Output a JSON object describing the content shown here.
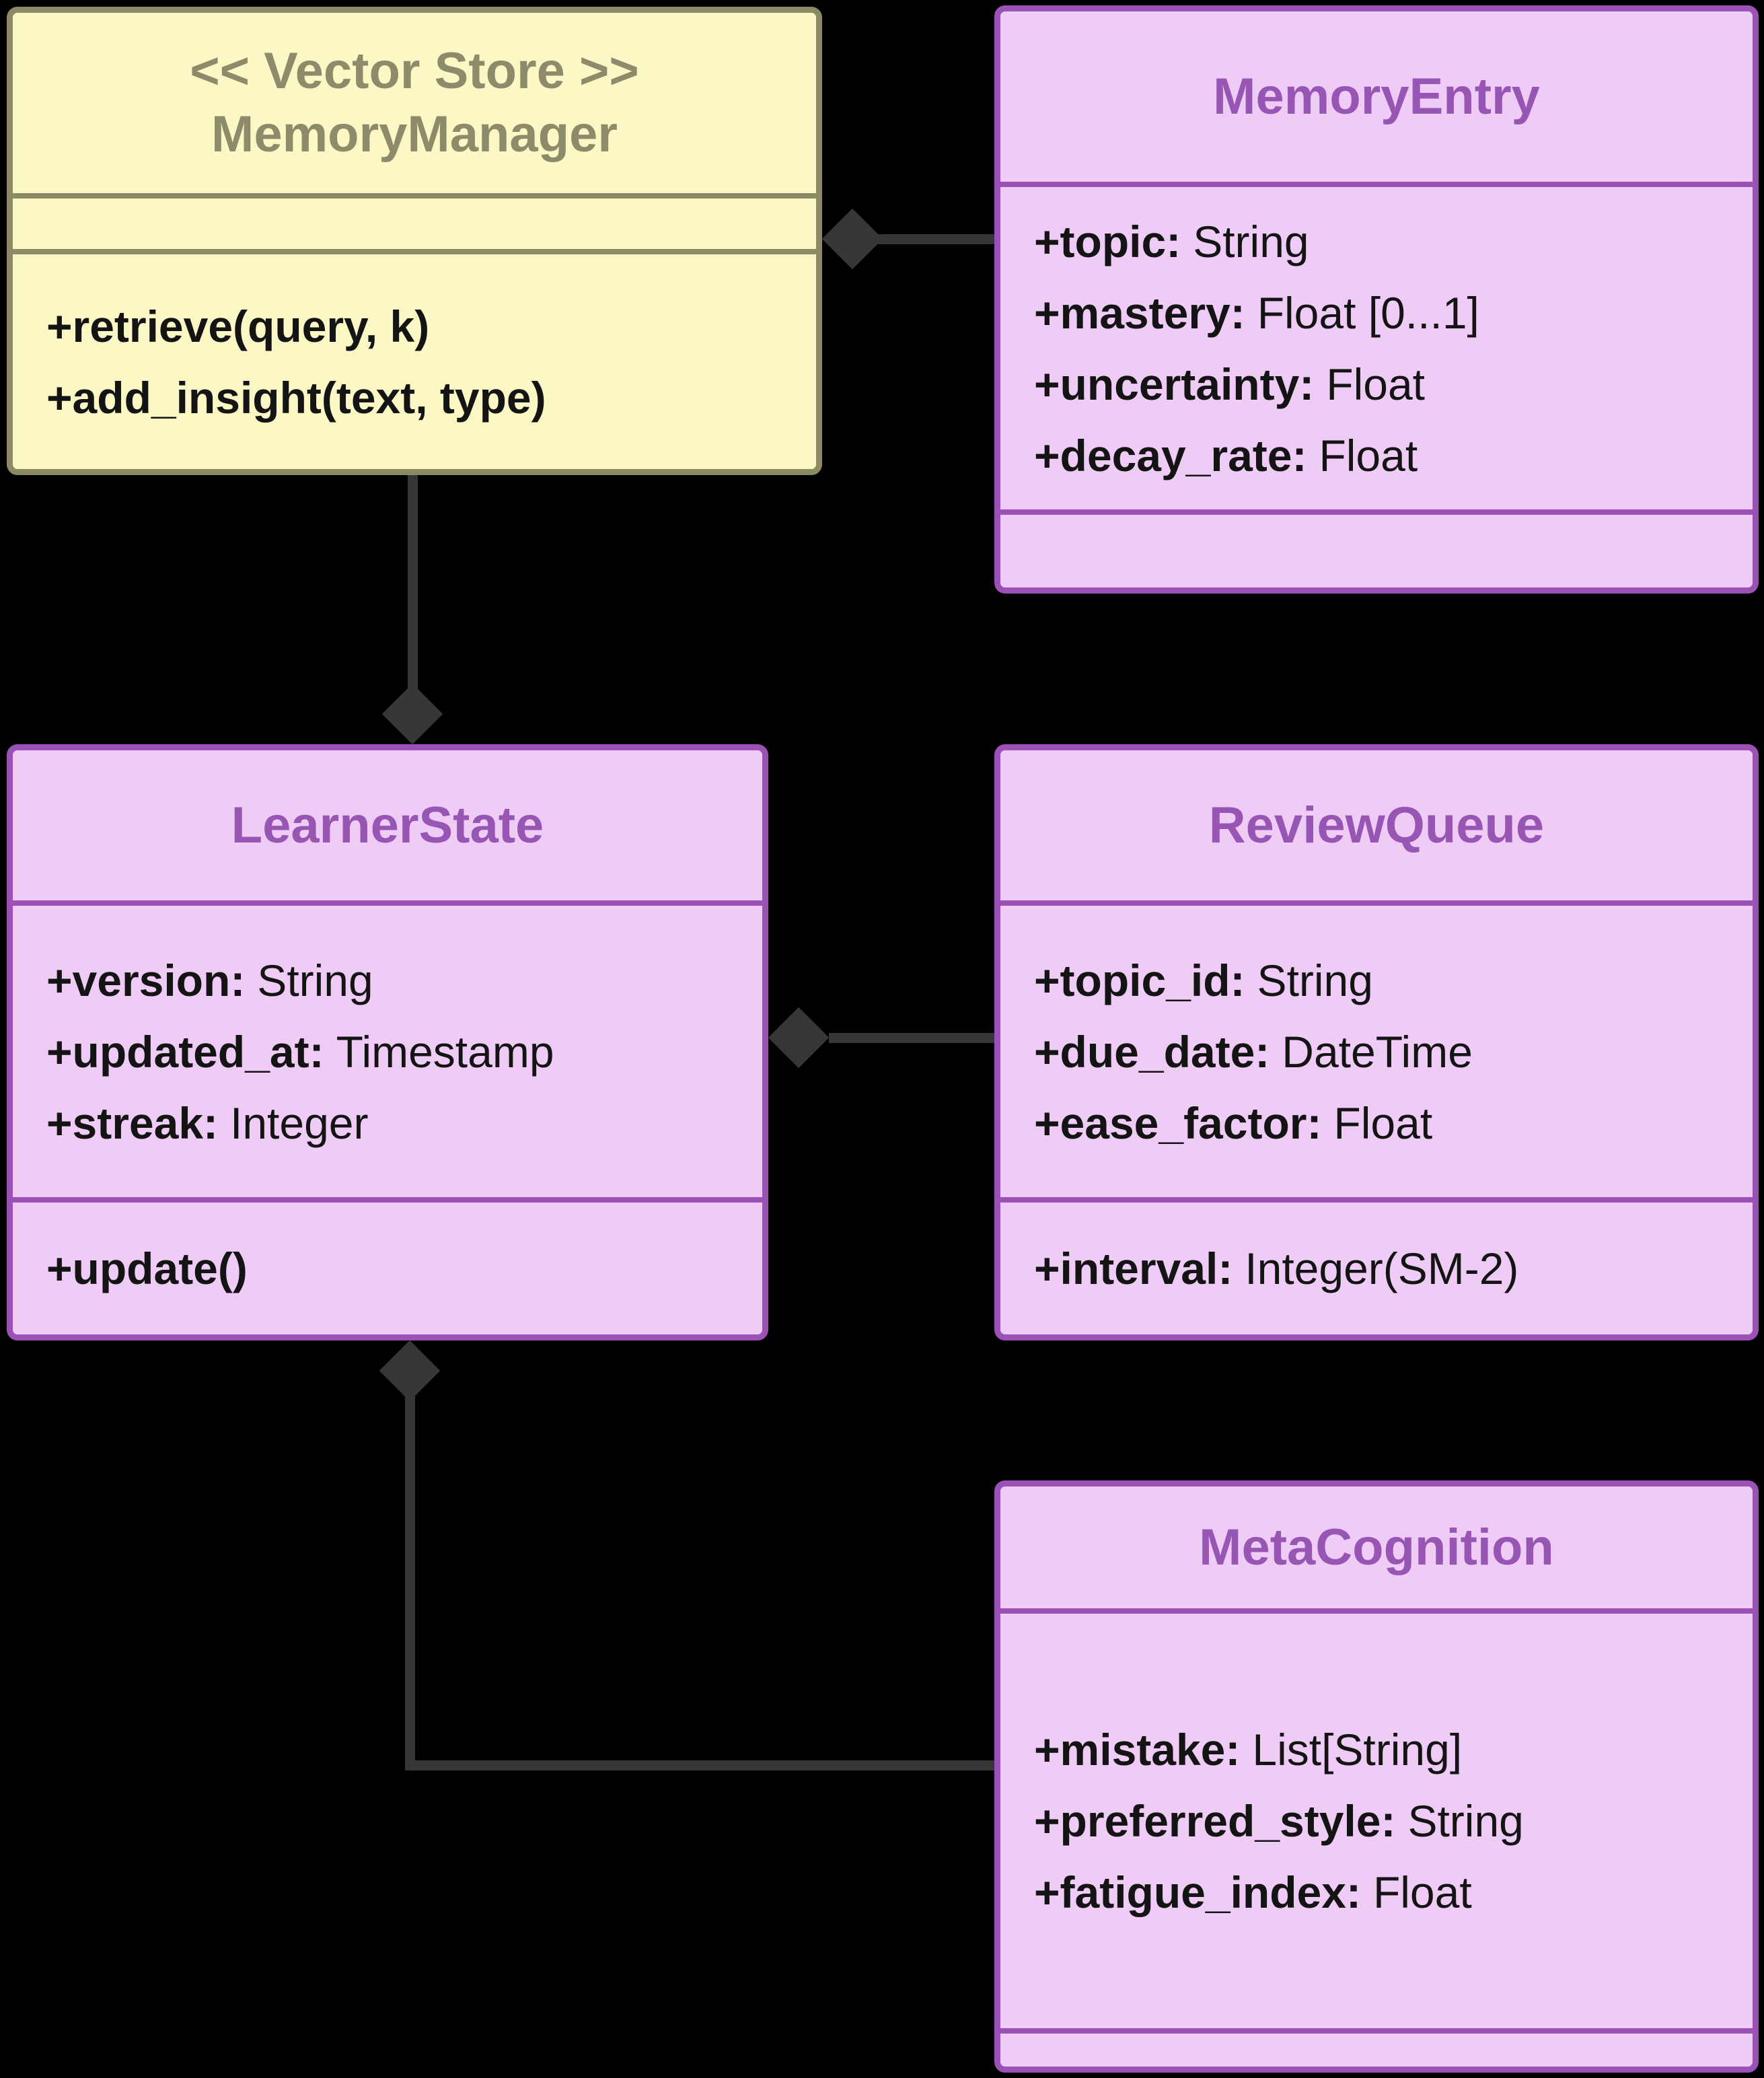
{
  "diagram": {
    "kind": "uml-class-diagram",
    "background": "#000000",
    "connector_color": "#363636"
  },
  "colors": {
    "yellow_fill": "#fbf8c6",
    "yellow_border": "#8a8a64",
    "yellow_title_text": "#8d8c6a",
    "purple_fill": "#eeccf6",
    "purple_border": "#9c51b6",
    "purple_title_text": "#9856b4",
    "body_text": "#141414",
    "connector": "#363636"
  },
  "classes": {
    "memory_manager": {
      "stereotype": "<< Vector Store >>",
      "name": "MemoryManager",
      "attributes": [],
      "methods": [
        {
          "label": "+retrieve(query, k)"
        },
        {
          "label": "+add_insight(text, type)"
        }
      ]
    },
    "memory_entry": {
      "name": "MemoryEntry",
      "attributes": [
        {
          "name": "+topic:",
          "type": "String"
        },
        {
          "name": "+mastery:",
          "type": "Float [0...1]"
        },
        {
          "name": "+uncertainty:",
          "type": "Float"
        },
        {
          "name": "+decay_rate:",
          "type": "Float"
        }
      ],
      "methods": []
    },
    "learner_state": {
      "name": "LearnerState",
      "attributes": [
        {
          "name": "+version:",
          "type": "String"
        },
        {
          "name": "+updated_at:",
          "type": "Timestamp"
        },
        {
          "name": "+streak:",
          "type": "Integer"
        }
      ],
      "methods": [
        {
          "name": "+update()",
          "type": ""
        }
      ]
    },
    "review_queue": {
      "name": "ReviewQueue",
      "attributes": [
        {
          "name": "+topic_id:",
          "type": "String"
        },
        {
          "name": "+due_date:",
          "type": "DateTime"
        },
        {
          "name": "+ease_factor:",
          "type": "Float"
        }
      ],
      "methods": [
        {
          "name": "+interval:",
          "type": "Integer(SM-2)"
        }
      ]
    },
    "meta_cognition": {
      "name": "MetaCognition",
      "attributes": [
        {
          "name": "+mistake:",
          "type": "List[String]"
        },
        {
          "name": "+preferred_style:",
          "type": "String"
        },
        {
          "name": "+fatigue_index:",
          "type": "Float"
        }
      ],
      "methods": []
    }
  },
  "relationships": [
    {
      "a": "MemoryManager",
      "b": "MemoryEntry",
      "type": "composition",
      "diamond_at": "MemoryManager"
    },
    {
      "a": "MemoryManager",
      "b": "LearnerState",
      "type": "composition",
      "diamond_at": "LearnerState"
    },
    {
      "a": "LearnerState",
      "b": "ReviewQueue",
      "type": "composition",
      "diamond_at": "LearnerState"
    },
    {
      "a": "LearnerState",
      "b": "MetaCognition",
      "type": "composition",
      "diamond_at": "LearnerState"
    }
  ]
}
